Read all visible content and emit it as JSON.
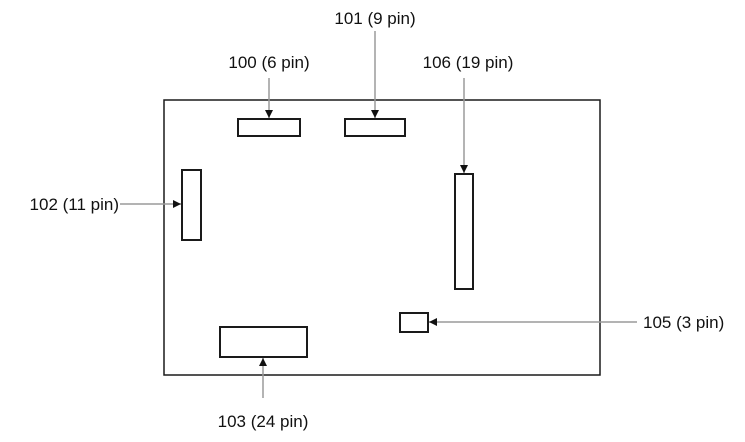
{
  "connectors": {
    "c100": {
      "label": "100 (6 pin)"
    },
    "c101": {
      "label": "101 (9 pin)"
    },
    "c102": {
      "label": "102 (11 pin)"
    },
    "c103": {
      "label": "103 (24 pin)"
    },
    "c105": {
      "label": "105 (3 pin)"
    },
    "c106": {
      "label": "106 (19 pin)"
    }
  },
  "colors": {
    "outline": "#1a1a1a",
    "leader_line": "#9a9a9a",
    "arrow_head": "#111111",
    "text": "#111111"
  }
}
